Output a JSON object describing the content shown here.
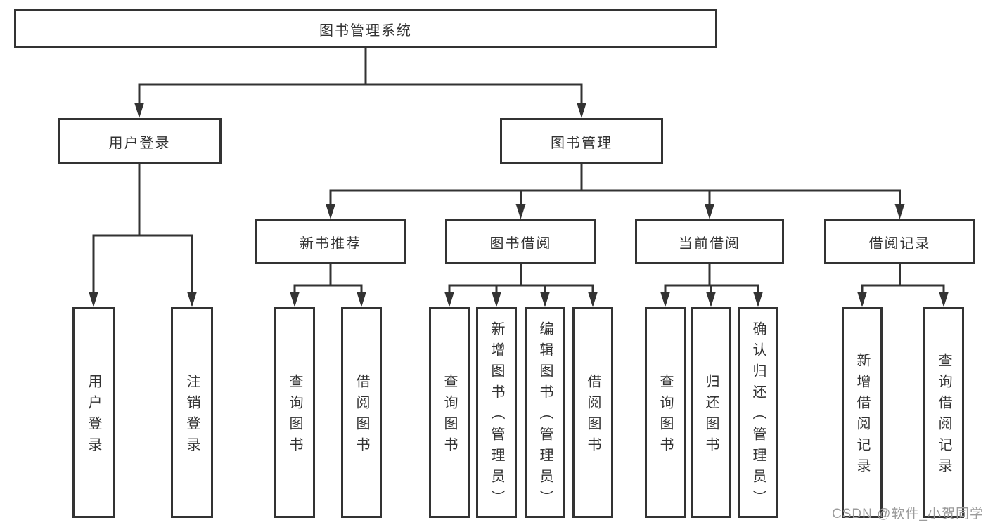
{
  "diagram": {
    "root": {
      "label": "图书管理系统"
    },
    "level2": {
      "user_login": {
        "label": "用户登录"
      },
      "book_mgmt": {
        "label": "图书管理"
      }
    },
    "level3": {
      "new_books": {
        "label": "新书推荐"
      },
      "book_borrow": {
        "label": "图书借阅"
      },
      "current_borrow": {
        "label": "当前借阅"
      },
      "borrow_records": {
        "label": "借阅记录"
      }
    },
    "leaves": [
      {
        "label": "用户登录"
      },
      {
        "label": "注销登录"
      },
      {
        "label": "查询图书"
      },
      {
        "label": "借阅图书"
      },
      {
        "label": "查询图书"
      },
      {
        "label": "新增图书（管理员）"
      },
      {
        "label": "编辑图书（管理员）"
      },
      {
        "label": "借阅图书"
      },
      {
        "label": "查询图书"
      },
      {
        "label": "归还图书"
      },
      {
        "label": "确认归还（管理员）"
      },
      {
        "label": "新增借阅记录"
      },
      {
        "label": "查询借阅记录"
      }
    ]
  },
  "watermark": {
    "text": "CSDN @软件_小贺同学"
  },
  "colors": {
    "line": "#333333",
    "box_border": "#333333",
    "text": "#333333",
    "watermark": "#9b9b9b",
    "background": "#ffffff"
  }
}
